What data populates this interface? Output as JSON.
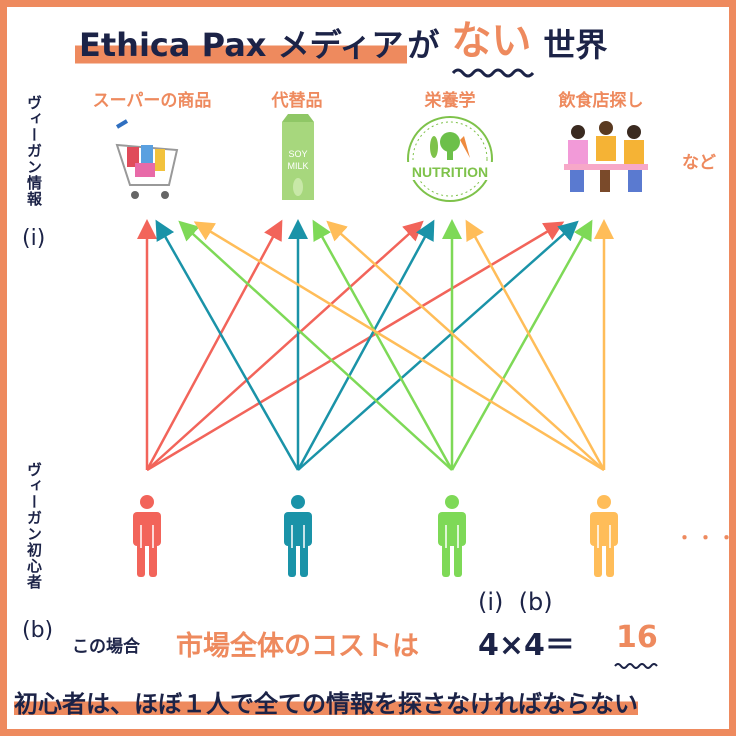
{
  "title": {
    "part1": "Ethica Pax メディア",
    "part2": "が",
    "emphasis": "ない",
    "part3": "世界"
  },
  "categories": [
    {
      "label": "スーパーの商品",
      "icon": "shopping-cart-icon"
    },
    {
      "label": "代替品",
      "icon": "soy-milk-icon",
      "badge": "SOY MILK"
    },
    {
      "label": "栄養学",
      "icon": "nutrition-icon",
      "badge": "NUTRITION"
    },
    {
      "label": "飲食店探し",
      "icon": "restaurant-people-icon"
    }
  ],
  "etc": "など",
  "left_labels": {
    "info": "ヴィーガン情報",
    "info_symbol": "(i)",
    "beginners": "ヴィーガン初心者",
    "beginners_symbol": "(b)"
  },
  "ellipsis": "・・・",
  "colors": {
    "accent": "#ee8a5e",
    "navy": "#1c2347",
    "people": [
      "#f2645a",
      "#1a93a8",
      "#7ed957",
      "#ffbd59"
    ]
  },
  "formula": {
    "prefix": "この場合",
    "highlight": "市場全体のコストは",
    "labels": "(i)  (b)",
    "expression": "4×4＝",
    "result": "16"
  },
  "footer": "初心者は、ほぼ１人で全ての情報を探さなければならない"
}
